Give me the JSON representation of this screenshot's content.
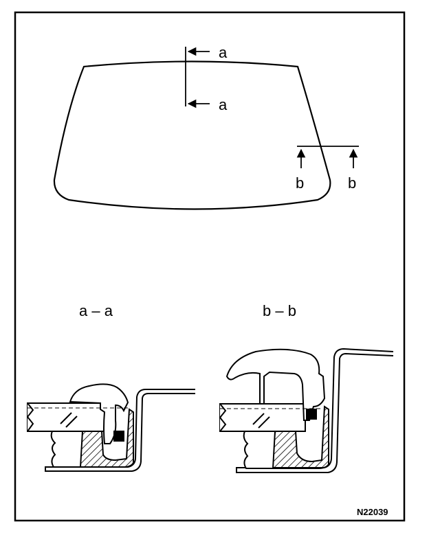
{
  "labels": {
    "arrow_a_top": "a",
    "arrow_a_bottom": "a",
    "arrow_b_left": "b",
    "arrow_b_right": "b",
    "section_a": "a – a",
    "section_b": "b – b",
    "figure_code": "N22039"
  }
}
